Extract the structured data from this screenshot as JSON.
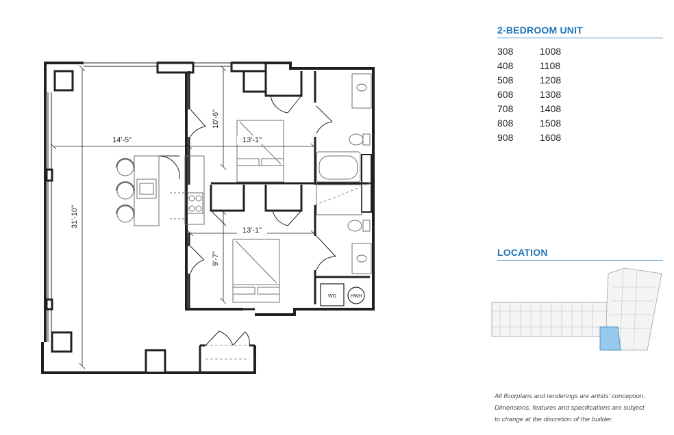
{
  "unit_heading": "2-BEDROOM UNIT",
  "units": [
    [
      "308",
      "1008"
    ],
    [
      "408",
      "1108"
    ],
    [
      "508",
      "1208"
    ],
    [
      "608",
      "1308"
    ],
    [
      "708",
      "1408"
    ],
    [
      "808",
      "1508"
    ],
    [
      "908",
      "1608"
    ]
  ],
  "location_heading": "LOCATION",
  "disclaimer": [
    "All floorplans and renderings are artists' conception.",
    "Dimensions, features and specifications are subject",
    "to change at the discretion of the builder."
  ],
  "plan": {
    "living_width": "14'-5\"",
    "living_length": "31'-10\"",
    "bedroom1_length": "10'-6\"",
    "bedroom1_width": "13'-1\"",
    "bedroom2_width": "13'-1\"",
    "bedroom2_length": "9'-7\"",
    "washer_dryer": "WD",
    "water_heater": "HWH"
  },
  "colors": {
    "heading_blue": "#1f73b7",
    "wall": "#231f20",
    "highlight": "#8ec5ec"
  }
}
